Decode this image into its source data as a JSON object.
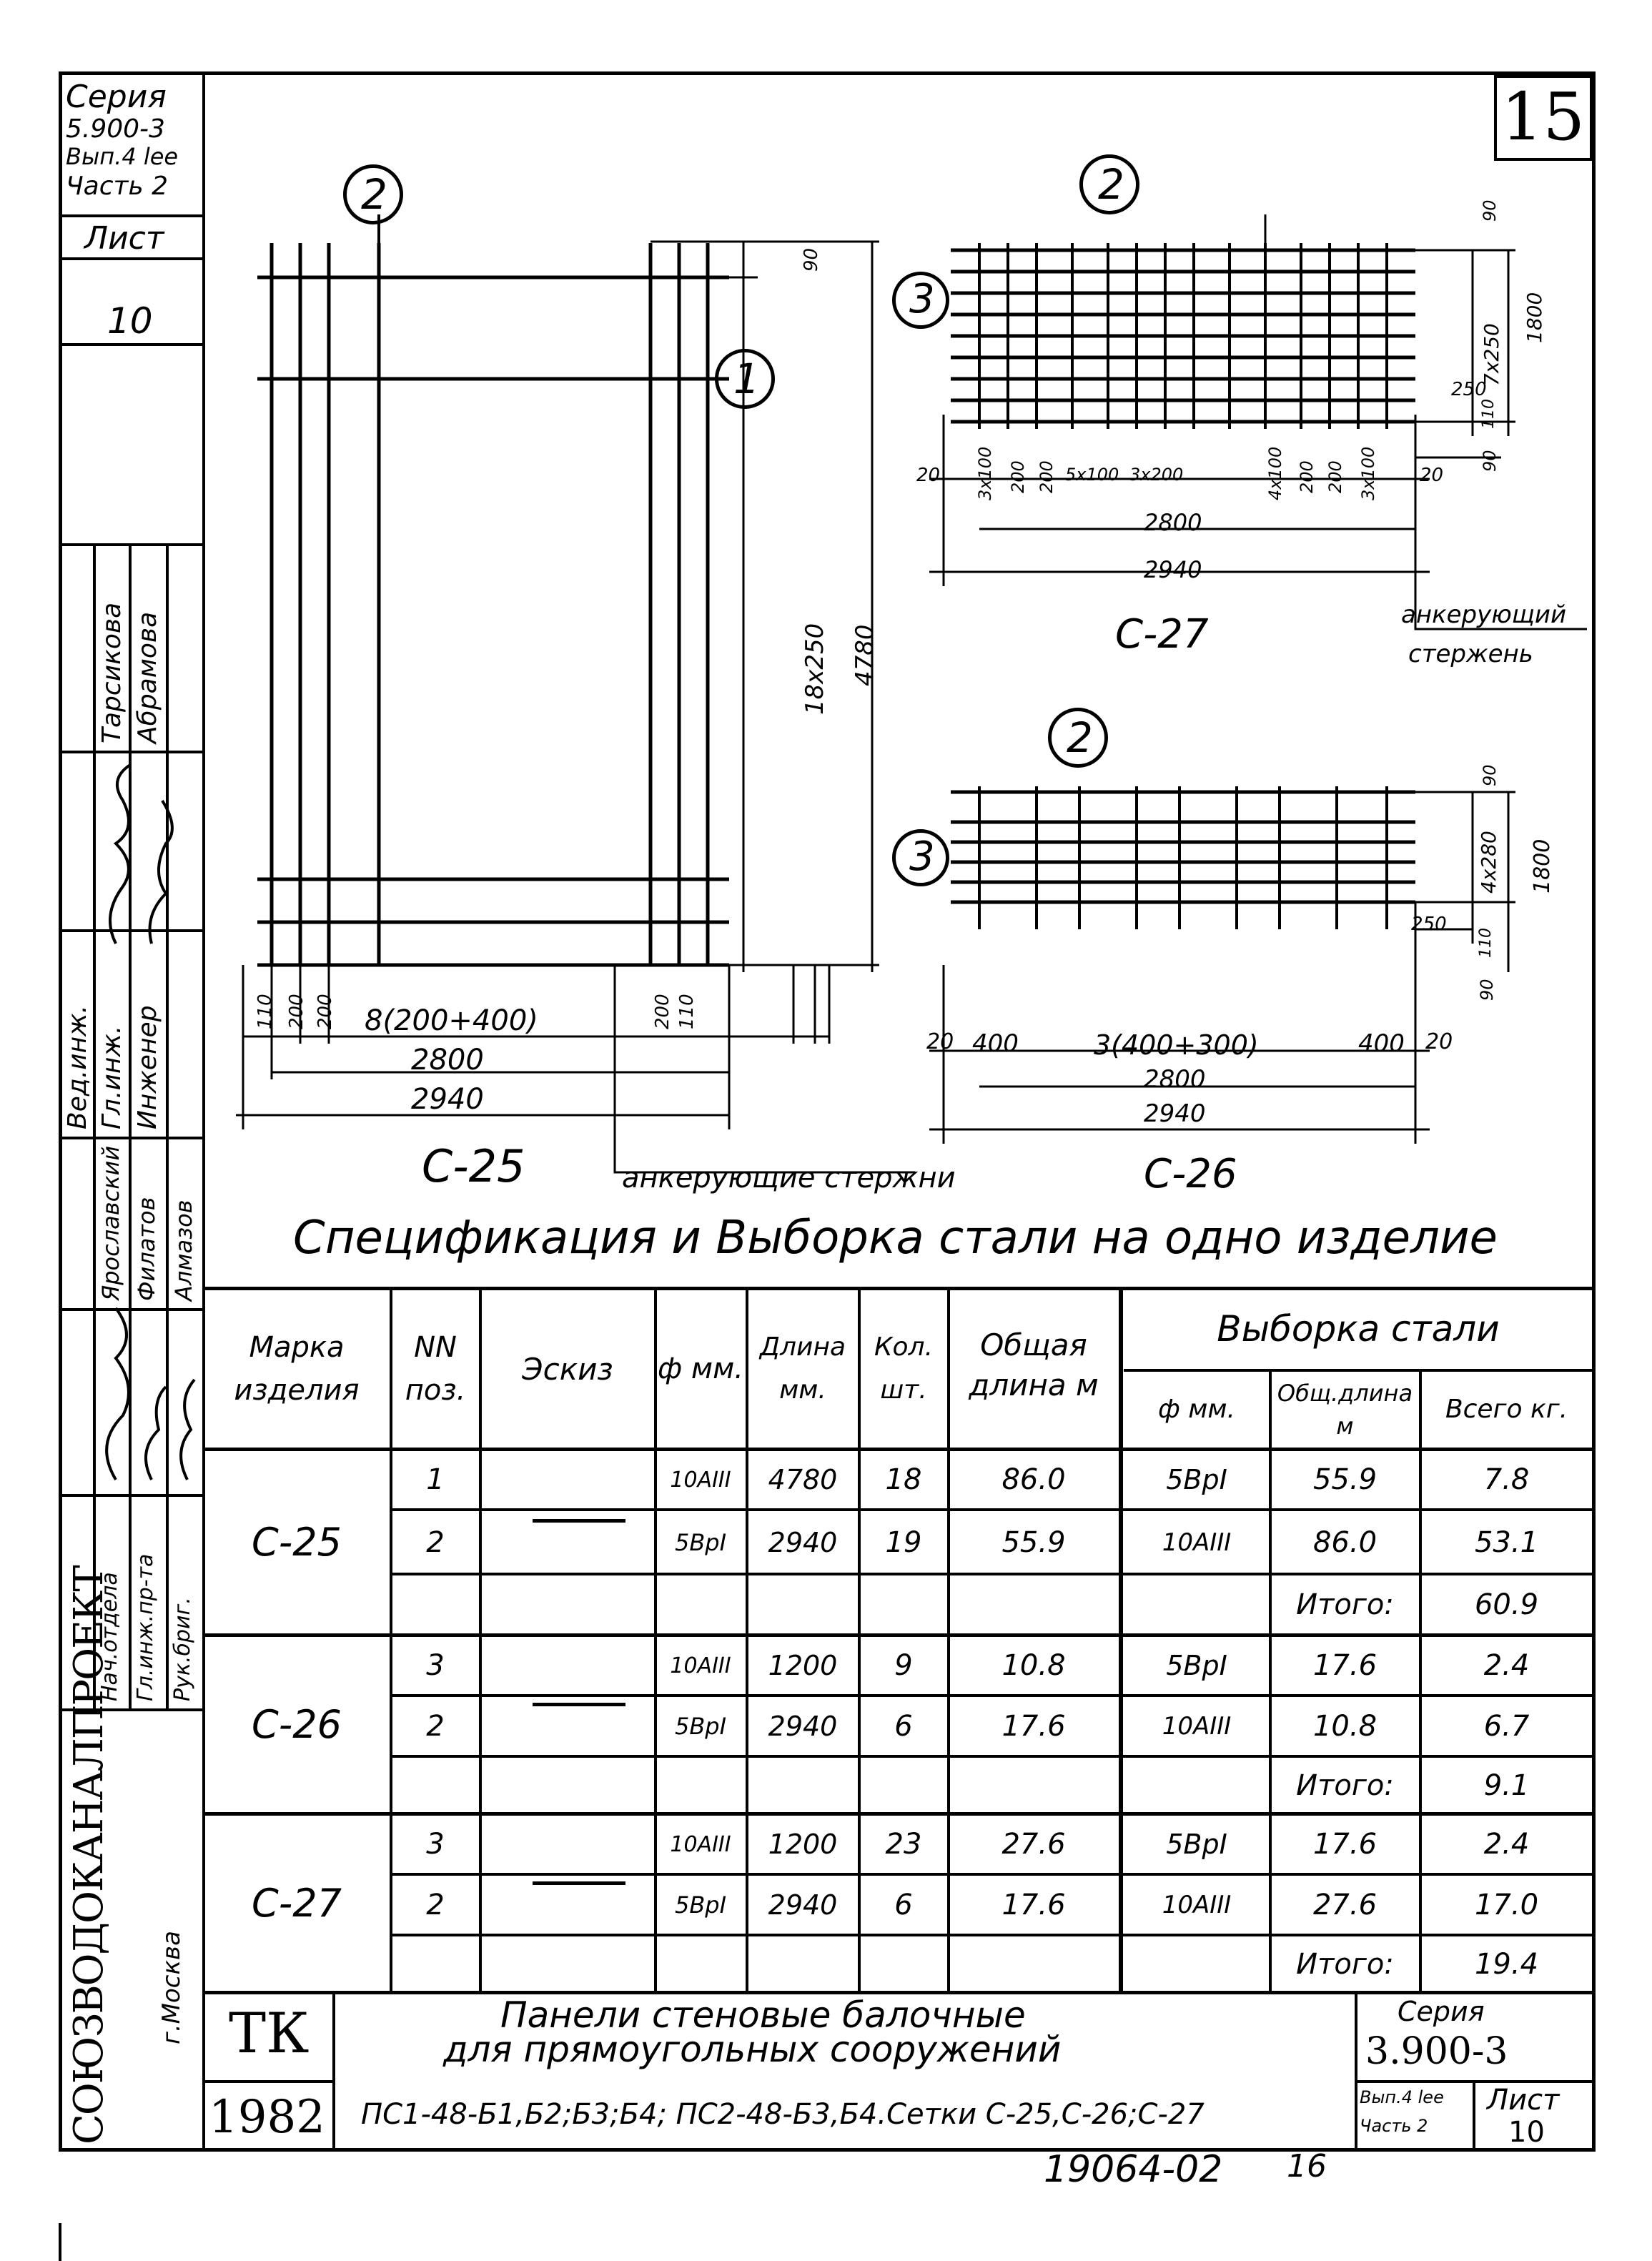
{
  "sheet_number_top": "15",
  "side_stamp": {
    "series_label": "Серия",
    "series_value": "5.900-3",
    "issue": "Вып.4 lee",
    "part": "Часть 2",
    "sheet_label": "Лист",
    "sheet_value": "10"
  },
  "signatures": {
    "names1": [
      "Тарсикова",
      "Абрамова"
    ],
    "names2": [
      "Гл.инж.",
      "Инженер"
    ],
    "names3": [
      "Вед.инж."
    ],
    "names4": [
      "Ярославский",
      "Филатов",
      "Алмазов"
    ],
    "roles": [
      "Нач.отдела",
      "Гл.инж.пр-та",
      "Рук.бриг."
    ],
    "org": "СОЮЗВОДОКАНАЛПРОЕКТ",
    "city": "г.Москва"
  },
  "drawing_c25": {
    "label": "С-25",
    "callout1": "2",
    "callout2": "1",
    "dims": {
      "h_main": "8(200+400)",
      "w1": "2800",
      "w2": "2940",
      "v1": "18х250",
      "v2": "4780",
      "top": "90",
      "left": [
        "110",
        "200",
        "200"
      ],
      "right": [
        "200",
        "110"
      ]
    },
    "anchor_note": "анкерующие стержни"
  },
  "drawing_c27": {
    "label": "С-27",
    "callout2": "2",
    "callout3": "3",
    "dims": {
      "segs": [
        "20",
        "3х100",
        "200",
        "200",
        "5х100",
        "3х200",
        "4х100",
        "200",
        "200",
        "3х100",
        "20"
      ],
      "w1": "2800",
      "w2": "2940",
      "v1": "7х250",
      "v2": "1800",
      "v_top": "90",
      "v_bot": "90",
      "side": "250",
      "side2": "110"
    },
    "anchor_note_1": "анкерующий",
    "anchor_note_2": "стержень"
  },
  "drawing_c26": {
    "label": "С-26",
    "callout2": "2",
    "callout3": "3",
    "dims": {
      "segs": [
        "20",
        "400",
        "3(400+300)",
        "400",
        "20"
      ],
      "w1": "2800",
      "w2": "2940",
      "v1": "4х280",
      "v2": "1800",
      "v_top": "90",
      "v_bot": "90",
      "side": "250",
      "side2": "110"
    }
  },
  "spec_title": "Спецификация и Выборка стали на одно изделие",
  "table": {
    "headers": {
      "mark": "Марка изделия",
      "pos": "NN поз.",
      "sketch": "Эскиз",
      "dia": "ф мм.",
      "len": "Длина мм.",
      "qty": "Кол. шт.",
      "total": "Общая длина м",
      "sel": "Выборка стали",
      "sel_dia": "ф мм.",
      "sel_len": "Общ.длина м",
      "sel_kg": "Всего кг."
    },
    "groups": [
      {
        "mark": "С-25",
        "rows": [
          {
            "pos": "1",
            "dia": "10AIII",
            "len": "4780",
            "qty": "18",
            "total": "86.0",
            "sdia": "5ВрI",
            "slen": "55.9",
            "skg": "7.8"
          },
          {
            "pos": "2",
            "dia": "5ВрI",
            "len": "2940",
            "qty": "19",
            "total": "55.9",
            "sdia": "10AIII",
            "slen": "86.0",
            "skg": "53.1"
          },
          {
            "pos": "",
            "dia": "",
            "len": "",
            "qty": "",
            "total": "",
            "sdia": "",
            "slen": "Итого:",
            "skg": "60.9"
          }
        ]
      },
      {
        "mark": "С-26",
        "rows": [
          {
            "pos": "3",
            "dia": "10AIII",
            "len": "1200",
            "qty": "9",
            "total": "10.8",
            "sdia": "5ВрI",
            "slen": "17.6",
            "skg": "2.4"
          },
          {
            "pos": "2",
            "dia": "5ВрI",
            "len": "2940",
            "qty": "6",
            "total": "17.6",
            "sdia": "10AIII",
            "slen": "10.8",
            "skg": "6.7"
          },
          {
            "pos": "",
            "dia": "",
            "len": "",
            "qty": "",
            "total": "",
            "sdia": "",
            "slen": "Итого:",
            "skg": "9.1"
          }
        ]
      },
      {
        "mark": "С-27",
        "rows": [
          {
            "pos": "3",
            "dia": "10AIII",
            "len": "1200",
            "qty": "23",
            "total": "27.6",
            "sdia": "5ВрI",
            "slen": "17.6",
            "skg": "2.4"
          },
          {
            "pos": "2",
            "dia": "5ВрI",
            "len": "2940",
            "qty": "6",
            "total": "17.6",
            "sdia": "10AIII",
            "slen": "27.6",
            "skg": "17.0"
          },
          {
            "pos": "",
            "dia": "",
            "len": "",
            "qty": "",
            "total": "",
            "sdia": "",
            "slen": "Итого:",
            "skg": "19.4"
          }
        ]
      }
    ]
  },
  "title_block": {
    "code": "ТК",
    "year": "1982",
    "title_line1": "Панели стеновые балочные",
    "title_line2": "для прямоугольных сооружений",
    "title_line3": "ПС1-48-Б1,Б2;Б3;Б4; ПС2-48-Б3,Б4.Сетки С-25,С-26;С-27",
    "series_label": "Серия",
    "series_value": "3.900-3",
    "issue": "Вып.4 lee",
    "part": "Часть 2",
    "sheet_label": "Лист",
    "sheet_value": "10"
  },
  "bottom_code": "19064-02",
  "bottom_page": "16"
}
